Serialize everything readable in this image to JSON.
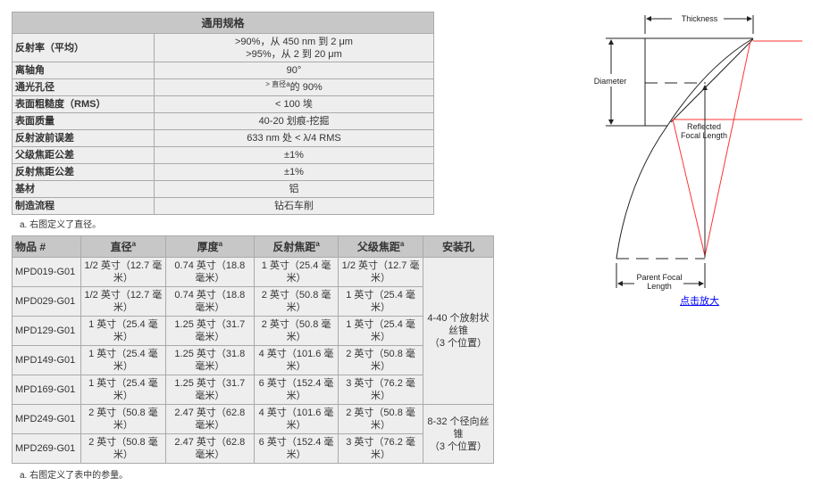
{
  "spec_table": {
    "title": "通用规格",
    "rows": [
      {
        "label": "反射率（平均）",
        "value": ">90%，从 450 nm 到 2 μm",
        "value2": ">95%，从 2 到 20 μm"
      },
      {
        "label": "离轴角",
        "value": "90°"
      },
      {
        "label": "通光孔径",
        "value_pre": "> 直径",
        "value_sup": "a",
        "value_post": "的 90%"
      },
      {
        "label": "表面粗糙度（RMS）",
        "value": "< 100 埃"
      },
      {
        "label": "表面质量",
        "value": "40-20 划痕-挖掘"
      },
      {
        "label": "反射波前误差",
        "value": "633 nm 处 < λ/4 RMS"
      },
      {
        "label": "父级焦距公差",
        "value": "±1%"
      },
      {
        "label": "反射焦距公差",
        "value": "±1%"
      },
      {
        "label": "基材",
        "value": "铝"
      },
      {
        "label": "制造流程",
        "value": "钻石车削"
      }
    ],
    "footnote": "a. 右图定义了直径。"
  },
  "product_table": {
    "headers": [
      "物品 #",
      "直径",
      "厚度",
      "反射焦距",
      "父级焦距",
      "安装孔"
    ],
    "sup": "a",
    "rows": [
      [
        "MPD019-G01",
        "1/2 英寸（12.7 毫米）",
        "0.74 英寸（18.8 毫米）",
        "1 英寸（25.4 毫米）",
        "1/2 英寸（12.7 毫米）"
      ],
      [
        "MPD029-G01",
        "1/2 英寸（12.7 毫米）",
        "0.74 英寸（18.8 毫米）",
        "2 英寸（50.8 毫米）",
        "1 英寸（25.4 毫米）"
      ],
      [
        "MPD129-G01",
        "1 英寸（25.4 毫米）",
        "1.25 英寸（31.7 毫米）",
        "2 英寸（50.8 毫米）",
        "1 英寸（25.4 毫米）"
      ],
      [
        "MPD149-G01",
        "1 英寸（25.4 毫米）",
        "1.25 英寸（31.8 毫米）",
        "4 英寸（101.6 毫米）",
        "2 英寸（50.8 毫米）"
      ],
      [
        "MPD169-G01",
        "1 英寸（25.4 毫米）",
        "1.25 英寸（31.7 毫米）",
        "6 英寸（152.4 毫米）",
        "3 英寸（76.2 毫米）"
      ],
      [
        "MPD249-G01",
        "2 英寸（50.8 毫米）",
        "2.47 英寸（62.8 毫米）",
        "4 英寸（101.6 毫米）",
        "2 英寸（50.8 毫米）"
      ],
      [
        "MPD269-G01",
        "2 英寸（50.8 毫米）",
        "2.47 英寸（62.8 毫米）",
        "6 英寸（152.4 毫米）",
        "3 英寸（76.2 毫米）"
      ]
    ],
    "mount_holes": [
      {
        "line1": "4-40 个放射状丝锥",
        "line2": "（3 个位置）"
      },
      {
        "line1": "8-32 个径向丝锥",
        "line2": "（3 个位置）"
      }
    ],
    "footnote": "a. 右图定义了表中的参量。"
  },
  "diagram": {
    "labels": {
      "thickness": "Thickness",
      "diameter": "Diameter",
      "reflected1": "Reflected",
      "reflected2": "Focal Length",
      "parent1": "Parent Focal",
      "parent2": "Length"
    },
    "ray_color": "#ff3333",
    "link": "点击放大"
  }
}
